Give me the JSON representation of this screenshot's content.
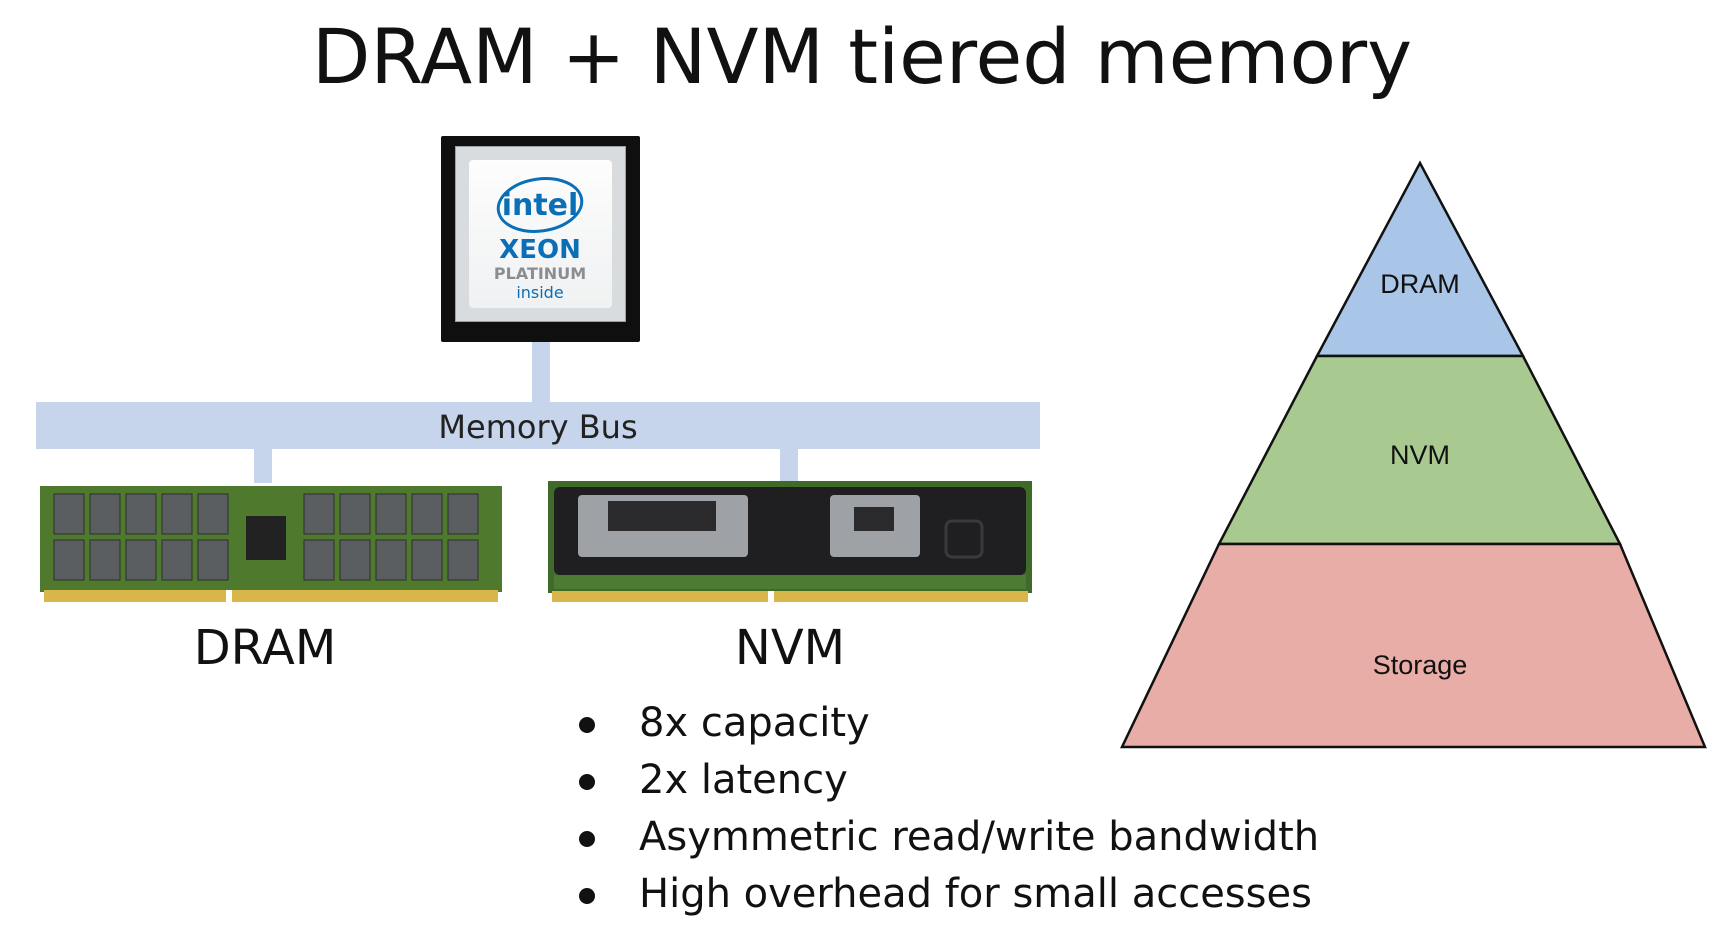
{
  "title": "DRAM + NVM tiered memory",
  "cpu": {
    "brand": "intel",
    "product": "XEON",
    "tier": "PLATINUM",
    "tagline": "inside"
  },
  "bus": {
    "label": "Memory Bus"
  },
  "modules": [
    {
      "label": "DRAM"
    },
    {
      "label": "NVM"
    }
  ],
  "bullets": [
    "8x capacity",
    "2x latency",
    "Asymmetric read/write bandwidth",
    "High overhead for small accesses"
  ],
  "pyramid": {
    "tiers": [
      {
        "label": "DRAM",
        "color": "#a9c5e8"
      },
      {
        "label": "NVM",
        "color": "#a8c98f"
      },
      {
        "label": "Storage",
        "color": "#e8ada6"
      }
    ]
  }
}
